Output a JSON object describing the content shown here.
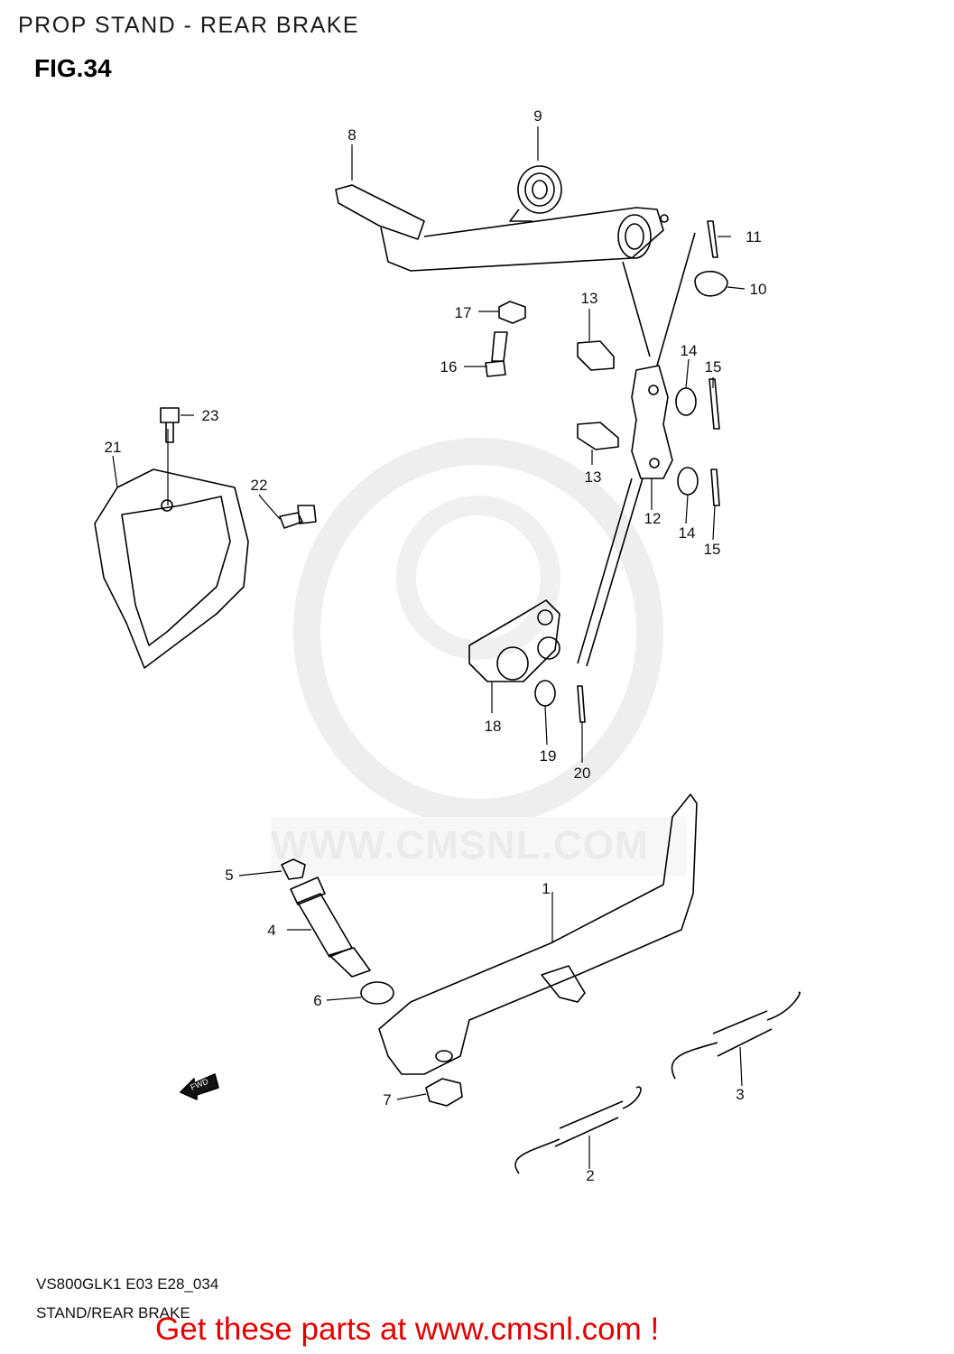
{
  "header": {
    "title": "PROP STAND - REAR BRAKE"
  },
  "figure": {
    "label": "FIG.34"
  },
  "watermark": {
    "logo": "CMS",
    "url": "WWW.CMSNL.COM"
  },
  "callouts": [
    "1",
    "2",
    "3",
    "4",
    "5",
    "6",
    "7",
    "8",
    "9",
    "10",
    "11",
    "12",
    "13",
    "13",
    "14",
    "14",
    "15",
    "15",
    "16",
    "17",
    "18",
    "19",
    "20",
    "21",
    "22",
    "23"
  ],
  "direction_arrow": "FWD",
  "footer": {
    "code": "VS800GLK1 E03 E28_034",
    "caption": "STAND/REAR BRAKE",
    "cta": "Get these parts at www.cmsnl.com !"
  },
  "colors": {
    "cta": "#e30000",
    "line": "#000000",
    "watermark": "#ebebeb"
  }
}
